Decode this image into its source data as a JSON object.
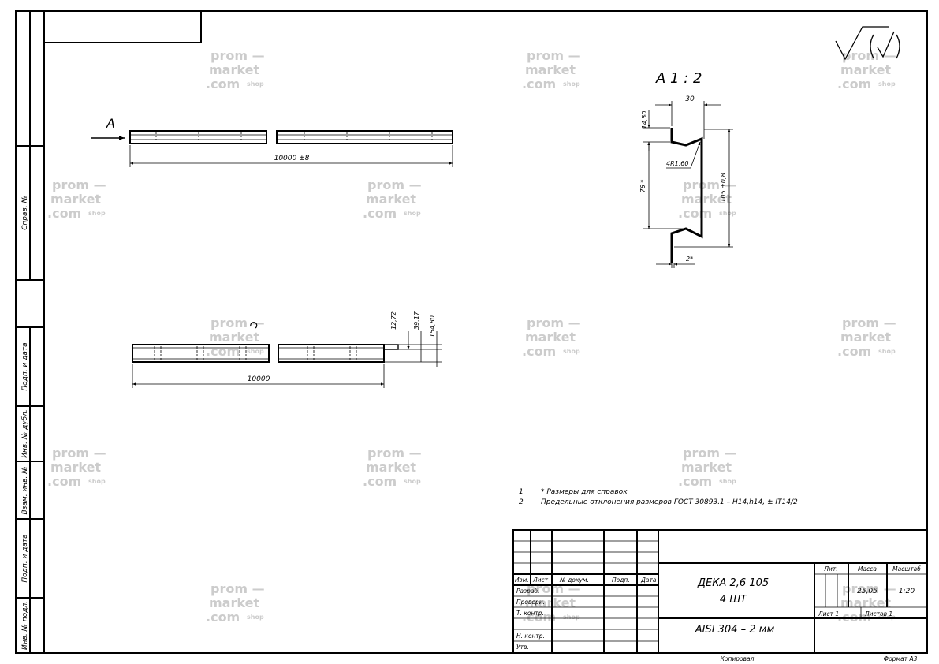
{
  "watermark": {
    "line1": "prom",
    "line2": "market",
    "line3": "com",
    "suffix": "shop"
  },
  "side_stamp": {
    "sprav_no": "Справ. №",
    "podp_data_1": "Подп. и дата",
    "inv_dubl": "Инв. № дубл.",
    "vzam_inv": "Взам. инв. №",
    "podp_data_2": "Подп. и дата",
    "inv_podl": "Инв. № подл."
  },
  "view_top": {
    "label": "A",
    "length": "10000 ±8"
  },
  "view_front": {
    "length": "10000",
    "dim_1": "12,72",
    "dim_2": "39,17",
    "dim_3": "154,80"
  },
  "section": {
    "title": "A 1 : 2",
    "width_top": "30",
    "flange": "14,50",
    "height": "76 *",
    "height_outer": "105 ±0,8",
    "radius": "4R1,60",
    "thickness": "2*"
  },
  "notes": [
    {
      "num": "1",
      "text": "*  Размеры для справок"
    },
    {
      "num": "2",
      "text": "Предельные отклонения размеров ГОСТ 30893.1 – H14,h14, ± IT14/2"
    }
  ],
  "title_block": {
    "col_izm": "Изм.",
    "col_list": "Лист",
    "col_doc": "№ докум.",
    "col_podp": "Подп.",
    "col_data": "Дата",
    "row_razrab": "Разраб.",
    "row_prov": "Провери.",
    "row_tkontr": "Т. контр.",
    "row_nkontr": "Н. контр.",
    "row_utv": "Утв.",
    "name_line1": "ДЕКА 2,6  105",
    "name_line2": "4 ШТ",
    "material": "AISI 304 – 2 мм",
    "lit_label": "Лит.",
    "mass_label": "Масса",
    "scale_label": "Масштаб",
    "mass_value": "25,05",
    "scale_value": "1:20",
    "sheet_label": "Лист 1",
    "sheets_label": "Листов 1",
    "copied": "Копировал",
    "format": "Формат A3"
  }
}
